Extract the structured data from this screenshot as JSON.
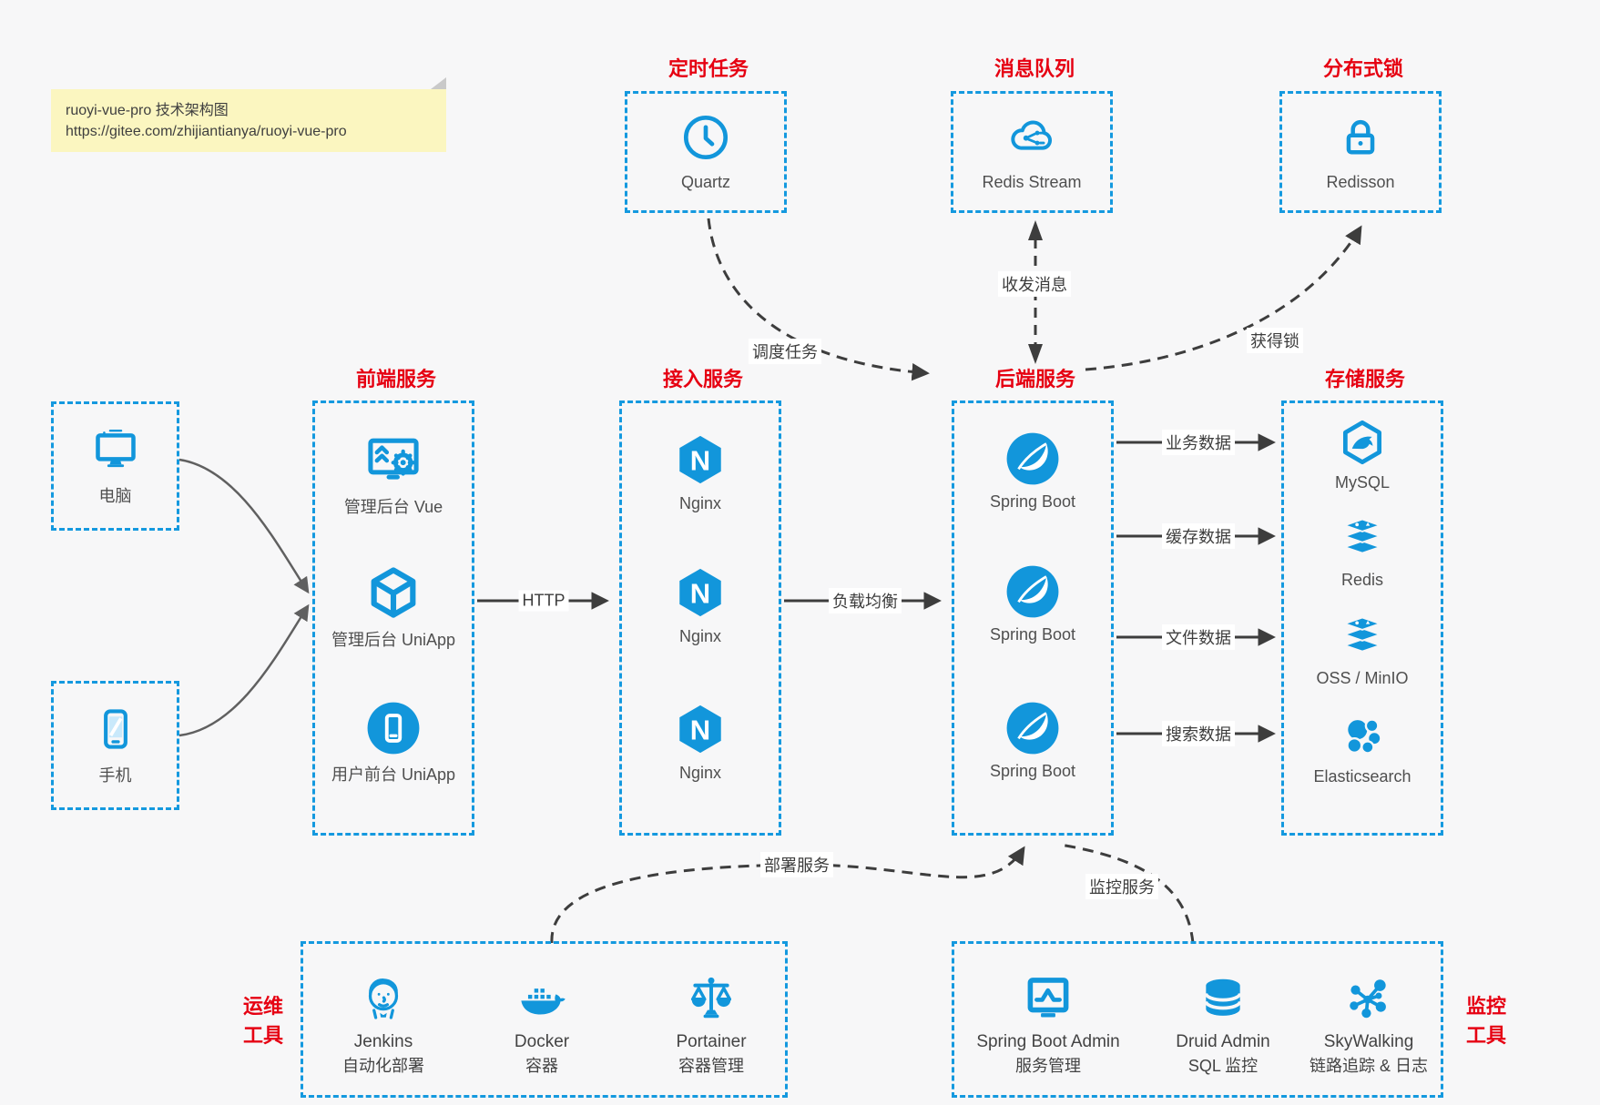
{
  "page": {
    "background": "#f7f7f8"
  },
  "colors": {
    "accent_blue": "#1296db",
    "title_red": "#e60012",
    "line_dark": "#3d3d3d",
    "line_gray": "#606060",
    "note_bg": "#fbf6c0",
    "label_gray": "#4f4f4f"
  },
  "note": {
    "line1": "ruoyi-vue-pro 技术架构图",
    "line2": "https://gitee.com/zhijiantianya/ruoyi-vue-pro"
  },
  "sections": {
    "scheduled": {
      "title": "定时任务",
      "item": {
        "label": "Quartz",
        "icon": "clock-icon"
      }
    },
    "mq": {
      "title": "消息队列",
      "item": {
        "label": "Redis Stream",
        "icon": "cloud-network-icon"
      }
    },
    "dist_lock": {
      "title": "分布式锁",
      "item": {
        "label": "Redisson",
        "icon": "lock-icon"
      }
    },
    "frontend": {
      "title": "前端服务",
      "items": [
        {
          "label": "管理后台 Vue",
          "icon": "admin-vue-icon"
        },
        {
          "label": "管理后台 UniApp",
          "icon": "cube-icon"
        },
        {
          "label": "用户前台 UniApp",
          "icon": "mobile-app-icon"
        }
      ]
    },
    "access": {
      "title": "接入服务",
      "items": [
        {
          "label": "Nginx",
          "icon": "nginx-icon"
        },
        {
          "label": "Nginx",
          "icon": "nginx-icon"
        },
        {
          "label": "Nginx",
          "icon": "nginx-icon"
        }
      ]
    },
    "backend": {
      "title": "后端服务",
      "items": [
        {
          "label": "Spring Boot",
          "icon": "spring-icon"
        },
        {
          "label": "Spring Boot",
          "icon": "spring-icon"
        },
        {
          "label": "Spring Boot",
          "icon": "spring-icon"
        }
      ]
    },
    "storage": {
      "title": "存储服务",
      "items": [
        {
          "label": "MySQL",
          "icon": "mysql-icon"
        },
        {
          "label": "Redis",
          "icon": "redis-stack-icon"
        },
        {
          "label": "OSS / MinIO",
          "icon": "storage-stack-icon"
        },
        {
          "label": "Elasticsearch",
          "icon": "elasticsearch-icon"
        }
      ]
    }
  },
  "clients": [
    {
      "label": "电脑",
      "icon": "desktop-icon"
    },
    {
      "label": "手机",
      "icon": "smartphone-icon"
    }
  ],
  "ops": {
    "side_label_line1": "运维",
    "side_label_line2": "工具",
    "items": [
      {
        "name": "Jenkins",
        "desc": "自动化部署",
        "icon": "jenkins-icon"
      },
      {
        "name": "Docker",
        "desc": "容器",
        "icon": "docker-icon"
      },
      {
        "name": "Portainer",
        "desc": "容器管理",
        "icon": "portainer-icon"
      }
    ]
  },
  "monitoring": {
    "side_label_line1": "监控",
    "side_label_line2": "工具",
    "items": [
      {
        "name": "Spring Boot Admin",
        "desc": "服务管理",
        "icon": "admin-monitor-icon"
      },
      {
        "name": "Druid Admin",
        "desc": "SQL 监控",
        "icon": "database-icon"
      },
      {
        "name": "SkyWalking",
        "desc": "链路追踪 & 日志",
        "icon": "skywalking-icon"
      }
    ]
  },
  "edges": {
    "http": "HTTP",
    "load_balance": "负载均衡",
    "schedule": "调度任务",
    "messages": "收发消息",
    "acquire_lock": "获得锁",
    "business_data": "业务数据",
    "cache_data": "缓存数据",
    "file_data": "文件数据",
    "search_data": "搜索数据",
    "deploy": "部署服务",
    "monitor": "监控服务"
  }
}
